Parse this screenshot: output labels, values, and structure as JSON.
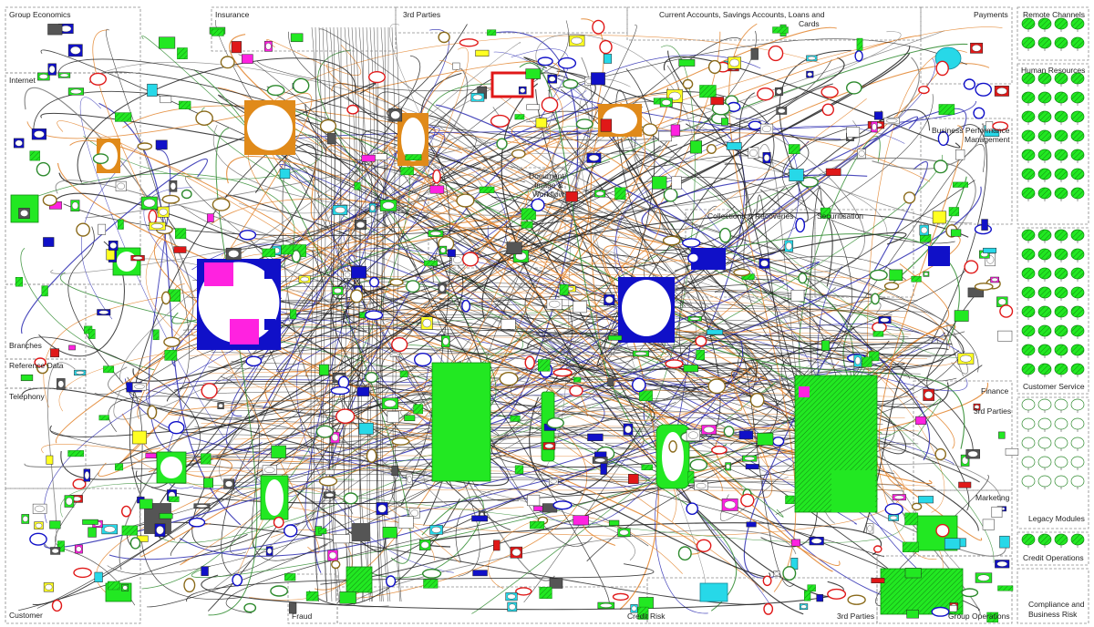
{
  "zones": {
    "group_economics": "Group Economics",
    "internet": "Internet",
    "customer": "Customer",
    "branches": "Branches",
    "reference_data": "Reference Data",
    "telephony": "Telephony",
    "insurance": "Insurance",
    "third_parties_top": "3rd Parties",
    "current_accounts_line1": "Current Accounts, Savings Accounts, Loans and",
    "current_accounts_line2": "Cards",
    "payments": "Payments",
    "document_line1": "Document",
    "document_line2": "Image &",
    "document_line3": "Workflow",
    "collections": "Collections & Recoveries",
    "securitisation": "Securitisation",
    "bpm_line1": "Business Performance",
    "bpm_line2": "Management",
    "finance": "Finance",
    "third_parties_right": "3rd Parties",
    "marketing": "Marketing",
    "group_operations": "Group Operations",
    "third_parties_bottom": "3rd Parties",
    "credit_risk": "Credit Risk",
    "fraud": "Fraud"
  },
  "side_panels": {
    "remote_channels": "Remote Channels",
    "human_resources": "Human Resources",
    "customer_service": "Customer Service",
    "legacy_modules": "Legacy Modules",
    "credit_operations": "Credit Operations",
    "compliance_line1": "Compliance and",
    "compliance_line2": "Business Risk"
  },
  "colors": {
    "green": "#22e822",
    "blue": "#1010c8",
    "orange": "#e08a1a",
    "magenta": "#ff22e0",
    "red": "#e01818",
    "gray": "#555555",
    "cyan": "#27d8e8",
    "yellow": "#ffff22",
    "line_black": "#222222",
    "line_orange": "#e2822a",
    "line_green": "#2d8a2d",
    "line_blue": "#2a2ab0",
    "line_gray": "#777777"
  }
}
